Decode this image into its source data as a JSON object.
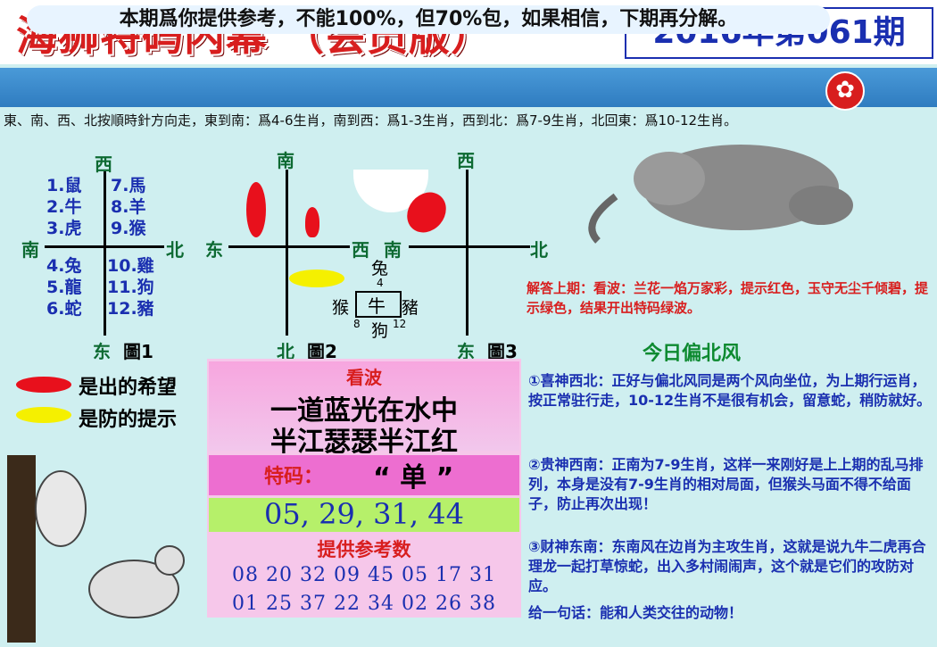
{
  "header": {
    "title": "海狮特码内幕 （会员版）",
    "issue": "2016年第061期"
  },
  "banner": {
    "text": "本期爲你提供参考，不能100%，但70%包，如果相信，下期再分解。"
  },
  "directions": "東、南、西、北按順時針方向走，東到南：爲4-6生肖，南到西：爲1-3生肖，西到北：爲7-9生肖，北回東：爲10-12生肖。",
  "figure1": {
    "west": "西",
    "south": "南",
    "north": "北",
    "east": "东",
    "label": "圖1",
    "left_items": [
      "1.鼠",
      "2.牛",
      "3.虎",
      "4.兔",
      "5.龍",
      "6.蛇"
    ],
    "right_items": [
      "7.馬",
      "8.羊",
      "9.猴",
      "10.雞",
      "11.狗",
      "12.豬"
    ]
  },
  "figure2": {
    "south": "南",
    "east": "东",
    "west": "西",
    "north": "北",
    "label": "圖2",
    "center": "牛",
    "top": "兔",
    "top_num": "4",
    "left": "猴",
    "left_num": "8",
    "right": "豬",
    "right_num": "12",
    "bottom": "狗"
  },
  "figure3": {
    "west": "西",
    "south": "南",
    "north": "北",
    "east": "东",
    "label": "圖3"
  },
  "legend": {
    "red": "是出的希望",
    "yellow": "是防的提示"
  },
  "panel": {
    "wave_title": "看波",
    "wave_line1": "一道蓝光在水中",
    "wave_line2": "半江瑟瑟半江红",
    "special_label": "特码：",
    "special_value": "“ 单 ”",
    "numbers": "05, 29, 31, 44",
    "ref_title": "提供参考数",
    "ref_line1": "08  20  32  09  45  05  17  31",
    "ref_line2": "01  25  37  22  34  02  26  38"
  },
  "right": {
    "answer": "解答上期：看波：兰花一焰万家彩，提示红色，玉守无尘千倾碧，提示绿色，结果开出特码绿波。",
    "today": "今日偏北风",
    "para1": "①喜神西北：正好与偏北风同是两个风向坐位，为上期行运肖，按正常驻行走，10-12生肖不是很有机会，留意蛇，稍防就好。",
    "para2": "②贵神西南：正南为7-9生肖，这样一来刚好是上上期的乱马排列，本身是没有7-9生肖的相对局面，但猴头马面不得不给面子，防止再次出现！",
    "para3": "③财神东南：东南风在边肖为主攻生肖，这就是说九牛二虎再合理龙一起打草惊蛇，出入多村闹闹声，这个就是它们的攻防对应。",
    "para4": "给一句话：能和人类交往的动物！"
  },
  "colors": {
    "title_red": "#d81e1e",
    "blue_text": "#1a2fb0",
    "green_text": "#0d6a32",
    "banner_blue": "#2f7cc0",
    "panel_pink": "#f6c7ea",
    "numbers_green": "#b6f06a",
    "oval_red": "#e8101c",
    "oval_yellow": "#f5f000"
  }
}
